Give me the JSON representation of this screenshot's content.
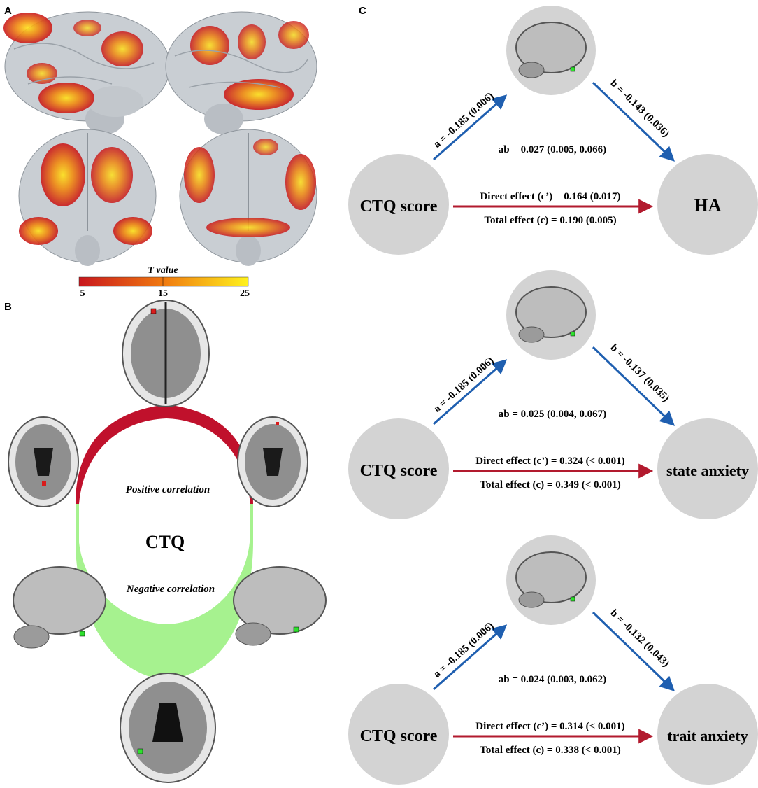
{
  "panels": {
    "a": "A",
    "b": "B",
    "c": "C"
  },
  "colorbar": {
    "title": "T value",
    "ticks": [
      "5",
      "15",
      "25"
    ],
    "colors": [
      "#c8161d",
      "#f07a10",
      "#fff21d"
    ]
  },
  "panel_b": {
    "center_label": "CTQ",
    "positive_label": "Positive correlation",
    "negative_label": "Negative correlation",
    "colors": {
      "positive": "#c0112c",
      "negative": "#a6f28f"
    }
  },
  "mediation": [
    {
      "predictor": "CTQ score",
      "outcome": "HA",
      "path_a": "a = -0.185 (0.006)",
      "path_b": "b = -0.143 (0.036)",
      "indirect": "ab = 0.027 (0.005, 0.066)",
      "direct": "Direct effect (c’) = 0.164 (0.017)",
      "total": "Total effect (c) = 0.190 (0.005)"
    },
    {
      "predictor": "CTQ score",
      "outcome": "state anxiety",
      "path_a": "a = -0.185 (0.006)",
      "path_b": "b = -0.137 (0.035)",
      "indirect": "ab = 0.025 (0.004, 0.067)",
      "direct": "Direct effect (c’) = 0.324 (< 0.001)",
      "total": "Total effect (c) = 0.349 (< 0.001)"
    },
    {
      "predictor": "CTQ score",
      "outcome": "trait anxiety",
      "path_a": "a = -0.185 (0.006)",
      "path_b": "b = -0.132 (0.043)",
      "indirect": "ab = 0.024 (0.003, 0.062)",
      "direct": "Direct effect (c’) = 0.314 (< 0.001)",
      "total": "Total effect (c) = 0.338 (< 0.001)"
    }
  ],
  "colors": {
    "node": "#d3d3d3",
    "path_arrow": "#1f5fb0",
    "direct_arrow": "#b21a2e"
  }
}
